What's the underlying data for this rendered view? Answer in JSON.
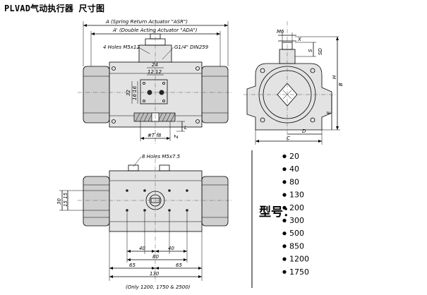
{
  "title": "PLVAD气动执行器 尺寸图",
  "top_view": {
    "dim_asr": "A (Spring Return Actuator \"ASR\")",
    "dim_ada": "A' (Double Acting Actuator \"ADA\")",
    "holes_label": "4 Holes M5x12",
    "port_label": "G1/4\" DIN259",
    "dim_24": "24",
    "dim_12_12": "12 12",
    "dim_32": "32",
    "dim_16_16": "16 16",
    "dim_t": "#T f8",
    "dim_l": "L",
    "dim_z": "Z"
  },
  "side_view": {
    "dim_m6": "M6",
    "dim_x": "X",
    "dim_s": "S",
    "dim_sd": "SD",
    "dim_h": "H",
    "dim_b": "B",
    "dim_e": "E",
    "dim_d": "D",
    "dim_c": "C"
  },
  "bottom_view": {
    "holes_label": "8 Holes M5x7.5",
    "dim_30": "30",
    "dim_15_15": "15 15",
    "dim_40a": "40",
    "dim_40b": "40",
    "dim_80": "80",
    "dim_65a": "65",
    "dim_65b": "65",
    "dim_130": "130",
    "note": "(Only 1200, 1750 & 2500)"
  },
  "models": {
    "label": "型号：",
    "items": [
      "20",
      "40",
      "80",
      "130",
      "200",
      "300",
      "500",
      "850",
      "1200",
      "1750"
    ]
  }
}
